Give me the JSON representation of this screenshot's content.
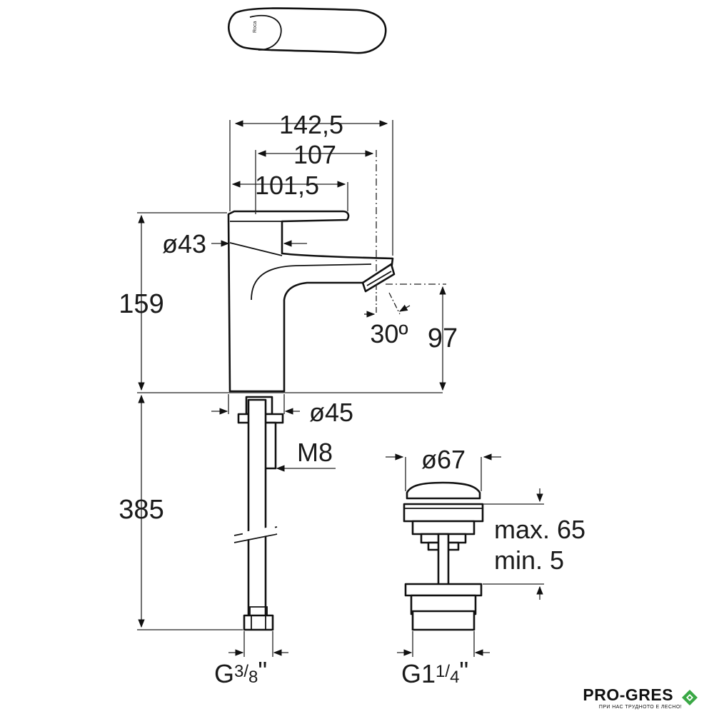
{
  "drawing": {
    "faucet": {
      "width_overall": "142,5",
      "spout_reach": "107",
      "lever_length": "101,5",
      "handle_diameter": "ø43",
      "height_total": "159",
      "spout_angle": "30º",
      "spout_height": "97",
      "base_diameter": "ø45",
      "stud_thread": "M8",
      "hose_length": "385",
      "hose_connection_prefix": "G",
      "hose_connection_fraction_num": "3",
      "hose_connection_fraction_den": "8",
      "hose_connection_suffix": "\""
    },
    "waste": {
      "cap_diameter": "ø67",
      "range_max": "max. 65",
      "range_min": "min. 5",
      "thread_prefix": "G1",
      "thread_fraction_num": "1",
      "thread_fraction_den": "4",
      "thread_suffix": "\""
    }
  },
  "brand": {
    "name": "PRO-GRES",
    "tagline": "ПРИ НАС ТРУДНОТО Е ЛЕСНО!",
    "accent_color": "#3aa845"
  },
  "top_view_logo_text": "Roca"
}
